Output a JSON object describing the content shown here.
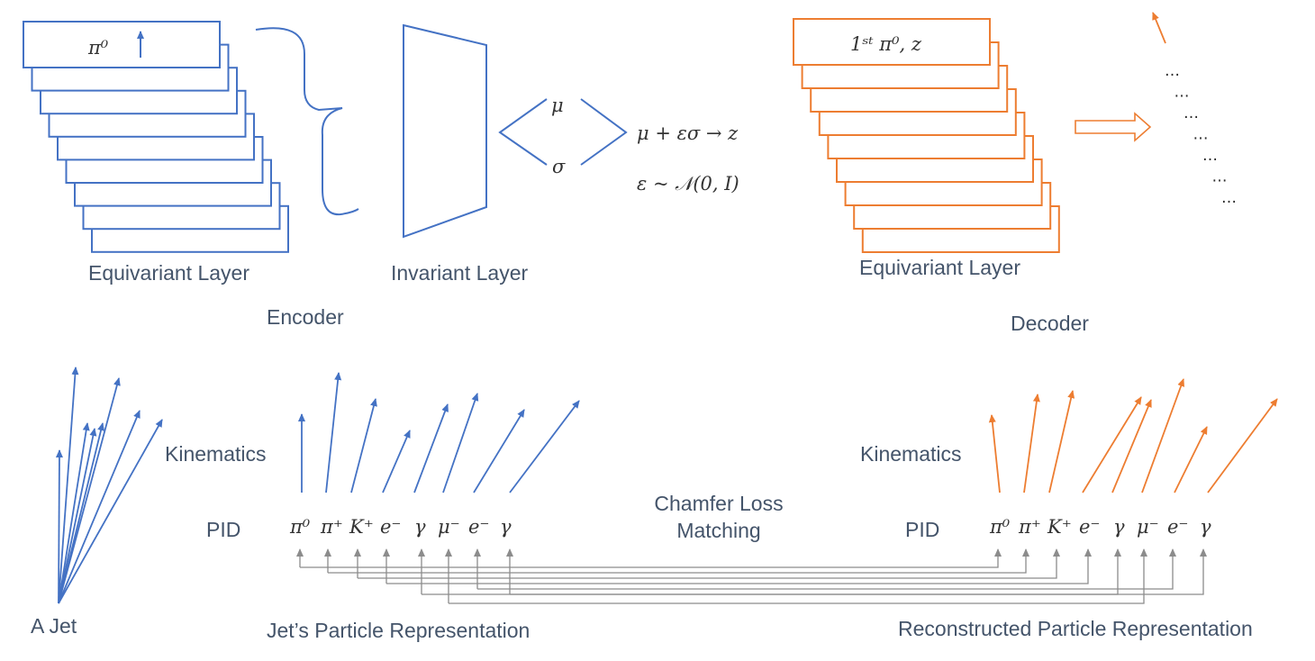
{
  "colors": {
    "blue": "#4472c4",
    "orange": "#ed7d31",
    "gray": "#8c8c8c",
    "text": "#44546a",
    "math": "#333333"
  },
  "labels": {
    "enc_equivariant": "Equivariant Layer",
    "invariant": "Invariant Layer",
    "encoder": "Encoder",
    "dec_equivariant": "Equivariant Layer",
    "decoder": "Decoder",
    "jet": "A Jet",
    "kin_left": "Kinematics",
    "pid_left": "PID",
    "kin_right": "Kinematics",
    "pid_right": "PID",
    "chamfer1": "Chamfer Loss",
    "chamfer2": "Matching",
    "jet_repr": "Jet’s Particle Representation",
    "recon_repr": "Reconstructed Particle Representation"
  },
  "math": {
    "mu": "μ",
    "sigma": "σ",
    "reparam": "μ + εσ → z",
    "noise": "ε ~ 𝒩(0, I)",
    "enc_top": "π⁰",
    "dec_top": "1ˢᵗ π⁰, z"
  },
  "stack_dots": "…",
  "out_dots": "…",
  "particles_left": [
    "π⁰",
    "π⁺",
    "K⁺",
    "e⁻",
    "γ",
    "μ⁻",
    "e⁻",
    "γ"
  ],
  "particles_right": [
    "π⁰",
    "π⁺",
    "K⁺",
    "e⁻",
    "γ",
    "μ⁻",
    "e⁻",
    "γ"
  ]
}
